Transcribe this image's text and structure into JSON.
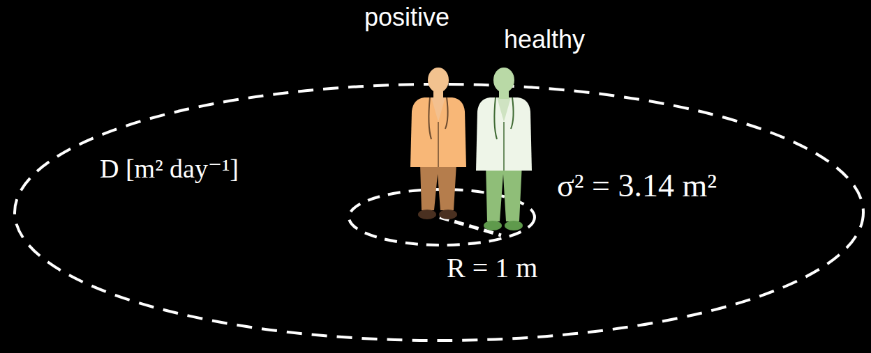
{
  "diagram": {
    "nodes": [
      {
        "text": [
          "D [m² day⁻¹]",
          "σ² = 3.14 m²"
        ]
      }
    ],
    "labels": [
      "positive",
      "healthy",
      "R = 1 m"
    ]
  }
}
